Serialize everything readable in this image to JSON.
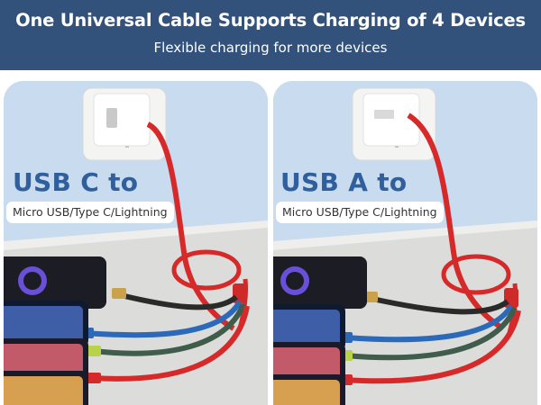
{
  "header": {
    "headline": "One Universal Cable Supports Charging of 4 Devices",
    "subline": "Flexible charging for more devices"
  },
  "panels": [
    {
      "title": "USB C to",
      "label": "Micro USB/Type C/Lightning"
    },
    {
      "title": "USB A to",
      "label": "Micro USB/Type C/Lightning"
    }
  ],
  "colors": {
    "header_bg": "#32527c",
    "title_blue": "#2f5f9c",
    "cable_red": "#d62a2a",
    "cable_blue": "#2c69b8",
    "cable_green": "#3f5d4a",
    "cable_black": "#2a2a2a"
  }
}
